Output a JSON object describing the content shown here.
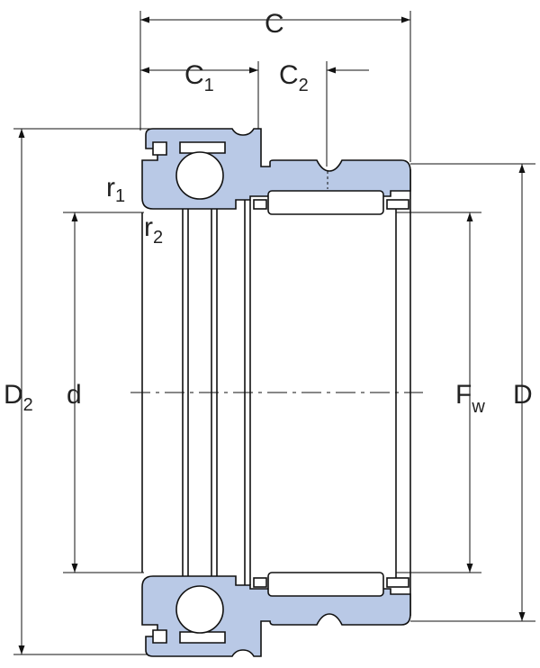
{
  "labels": {
    "C": "C",
    "C1_main": "C",
    "C1_sub": "1",
    "C2_main": "C",
    "C2_sub": "2",
    "r1_main": "r",
    "r1_sub": "1",
    "r2_main": "r",
    "r2_sub": "2",
    "D2_main": "D",
    "D2_sub": "2",
    "d": "d",
    "Fw_main": "F",
    "Fw_sub": "w",
    "D": "D"
  },
  "colors": {
    "part_fill": "#b9c9e6",
    "line": "#111111"
  }
}
